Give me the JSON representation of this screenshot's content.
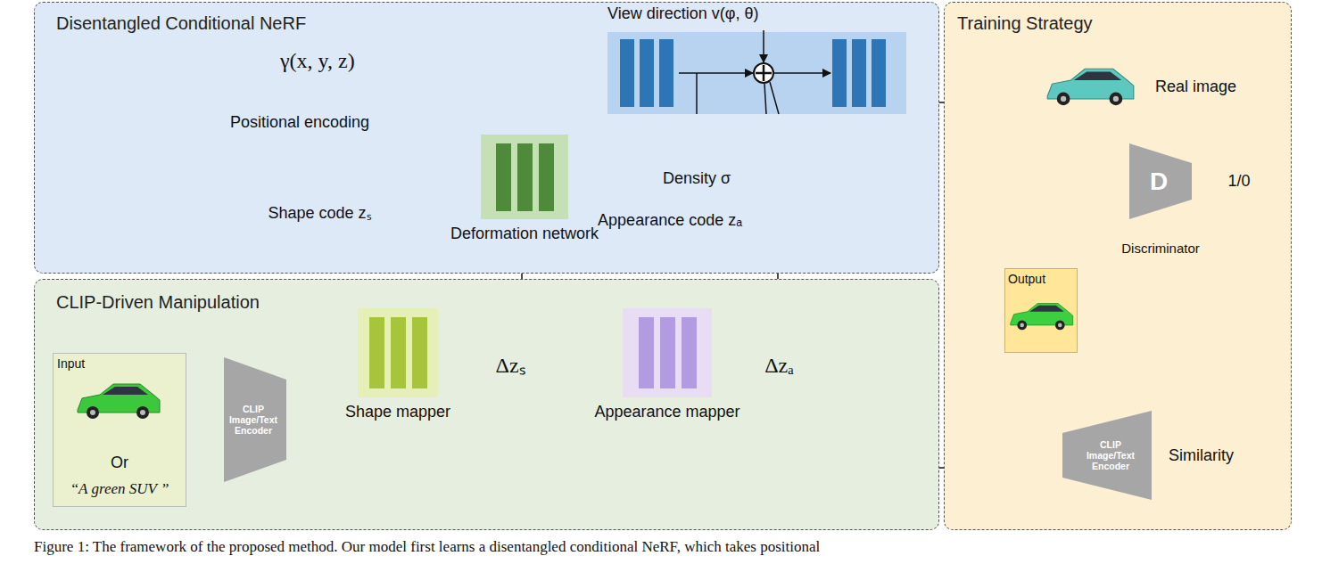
{
  "diagram": {
    "caption": "Figure 1: The framework of the proposed method. Our model first learns a disentangled conditional NeRF, which takes positional",
    "nodes": [
      {
        "text": [
          "Disentangled Conditional NeRF"
        ]
      },
      {
        "text": [
          "γ(x, y, z)",
          "Positional encoding"
        ],
        "in": 0
      },
      {
        "text": [
          "Deformation network"
        ],
        "in": 0
      },
      {
        "text": [
          "Shape code zₛ"
        ],
        "in": 0
      },
      {
        "text": [
          "View direction v(φ, θ)"
        ],
        "in": 0
      },
      {
        "text": [
          "Density σ"
        ],
        "in": 0
      },
      {
        "text": [
          "Appearance code zₐ"
        ],
        "in": 0
      },
      {
        "text": [
          "CLIP-Driven Manipulation"
        ]
      },
      {
        "text": [
          "Input",
          "Or",
          "“A green SUV ”"
        ],
        "in": 7
      },
      {
        "text": [
          "CLIP Image/Text Encoder"
        ],
        "in": 7
      },
      {
        "text": [
          "Shape mapper"
        ],
        "in": 7
      },
      {
        "text": [
          "Δzₛ"
        ],
        "in": 7
      },
      {
        "text": [
          "Appearance mapper"
        ],
        "in": 7
      },
      {
        "text": [
          "Δzₐ"
        ],
        "in": 7
      },
      {
        "text": [
          "Training Strategy"
        ]
      },
      {
        "text": [
          "Real image"
        ],
        "in": 14
      },
      {
        "text": [
          "D",
          "Discriminator"
        ],
        "in": 14
      },
      {
        "text": [
          "1/0"
        ],
        "in": 14
      },
      {
        "text": [
          "Output"
        ],
        "in": 14
      },
      {
        "text": [
          "CLIP Image/Text Encoder"
        ],
        "in": 14
      },
      {
        "text": [
          "Similarity"
        ],
        "in": 14
      }
    ],
    "edges": [
      {
        "from": 1,
        "to": 4,
        "arrow": "to"
      },
      {
        "from": 1,
        "to": 2,
        "arrow": "to"
      },
      {
        "from": 3,
        "to": 2,
        "arrow": "to"
      },
      {
        "from": 2,
        "to": 4,
        "arrow": "to"
      },
      {
        "from": 4,
        "to": 5,
        "arrow": "to"
      },
      {
        "from": 6,
        "to": 4,
        "arrow": "to"
      },
      {
        "from": 4,
        "to": 18,
        "arrow": "to"
      },
      {
        "from": 8,
        "to": 9,
        "arrow": "to"
      },
      {
        "from": 9,
        "to": 10,
        "arrow": "to"
      },
      {
        "from": 10,
        "to": 11,
        "arrow": "to"
      },
      {
        "from": 11,
        "to": 2,
        "arrow": "to"
      },
      {
        "from": 9,
        "to": 12,
        "arrow": "to"
      },
      {
        "from": 12,
        "to": 13,
        "arrow": "to"
      },
      {
        "from": 13,
        "to": 4,
        "arrow": "to"
      },
      {
        "from": 15,
        "to": 16,
        "arrow": "to"
      },
      {
        "from": 18,
        "to": 16,
        "arrow": "to"
      },
      {
        "from": 18,
        "to": 19,
        "arrow": "to"
      },
      {
        "from": 8,
        "to": 19,
        "arrow": "to"
      },
      {
        "from": 16,
        "to": 17,
        "arrow": "to"
      },
      {
        "from": 19,
        "to": 20,
        "arrow": "to"
      }
    ]
  }
}
